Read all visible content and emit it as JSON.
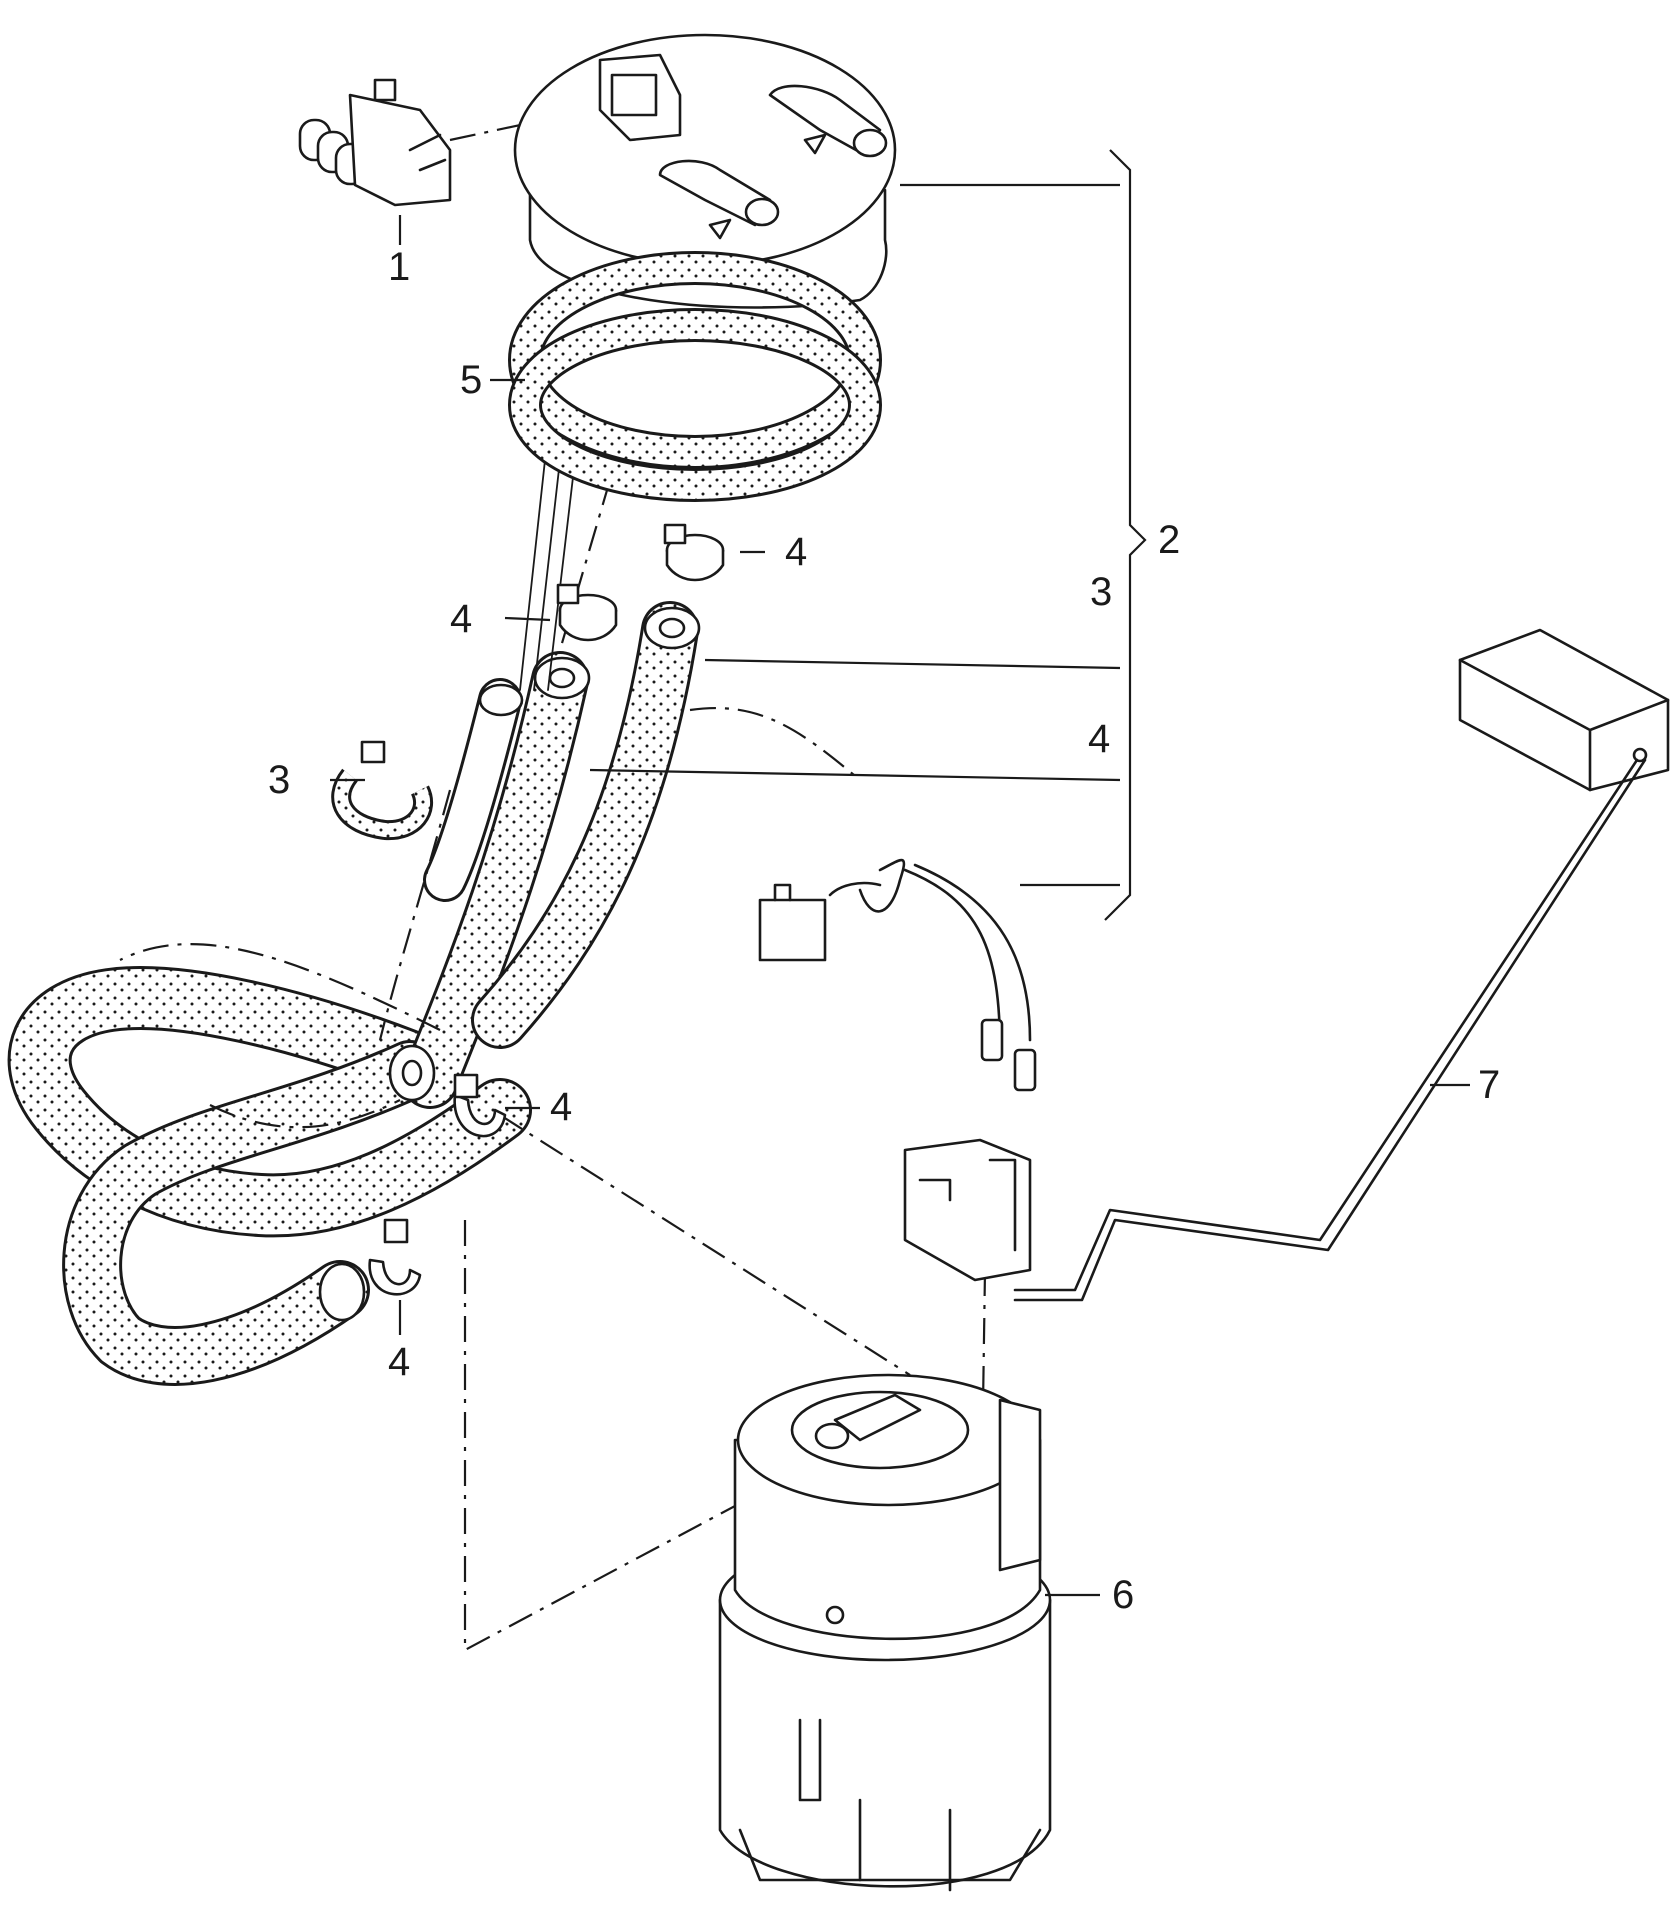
{
  "callouts": {
    "c1": "1",
    "c2": "2",
    "c3a": "3",
    "c3b": "3",
    "c4a": "4",
    "c4b": "4",
    "c4c": "4",
    "c4d": "4",
    "c4e": "4",
    "c5": "5",
    "c6": "6",
    "c7": "7"
  }
}
